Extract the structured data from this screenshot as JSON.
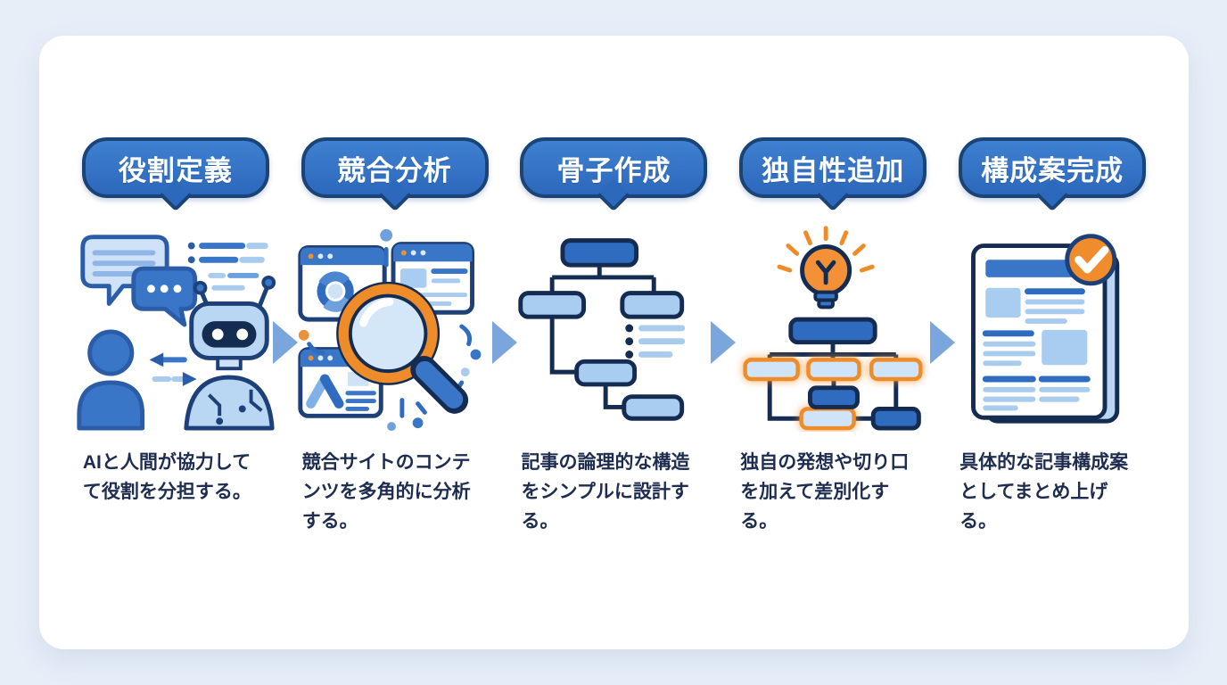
{
  "diagram": {
    "kind": "process-flow",
    "step_count": 5
  },
  "colors": {
    "page_background": "#e7eef8",
    "card_background": "#ffffff",
    "bubble_fill": "#2f6fc4",
    "bubble_border": "#1a4478",
    "bubble_text": "#ffffff",
    "description_text": "#1e2c50",
    "flow_arrow": "#7aa6db",
    "icon_blue_dark": "#142c52",
    "icon_blue_mid": "#3a76c7",
    "icon_blue_light": "#a9cbee",
    "accent_orange": "#ef8c2a"
  },
  "steps": [
    {
      "label": "役割定義",
      "description": "AIと人間が協力して\nて役割を分担する。",
      "icon": "human-ai-dialogue"
    },
    {
      "label": "競合分析",
      "description": "競合サイトのコンテ\nンツを多角的に分析\nする。",
      "icon": "magnifier-websites"
    },
    {
      "label": "骨子作成",
      "description": "記事の論理的な構造\nをシンプルに設計す\nる。",
      "icon": "flowchart-outline"
    },
    {
      "label": "独自性追加",
      "description": "独自の発想や切り口\nを加えて差別化す\nる。",
      "icon": "lightbulb-flowchart"
    },
    {
      "label": "構成案完成",
      "description": "具体的な記事構成案\nとしてまとめ上げ\nる。",
      "icon": "document-check"
    }
  ]
}
